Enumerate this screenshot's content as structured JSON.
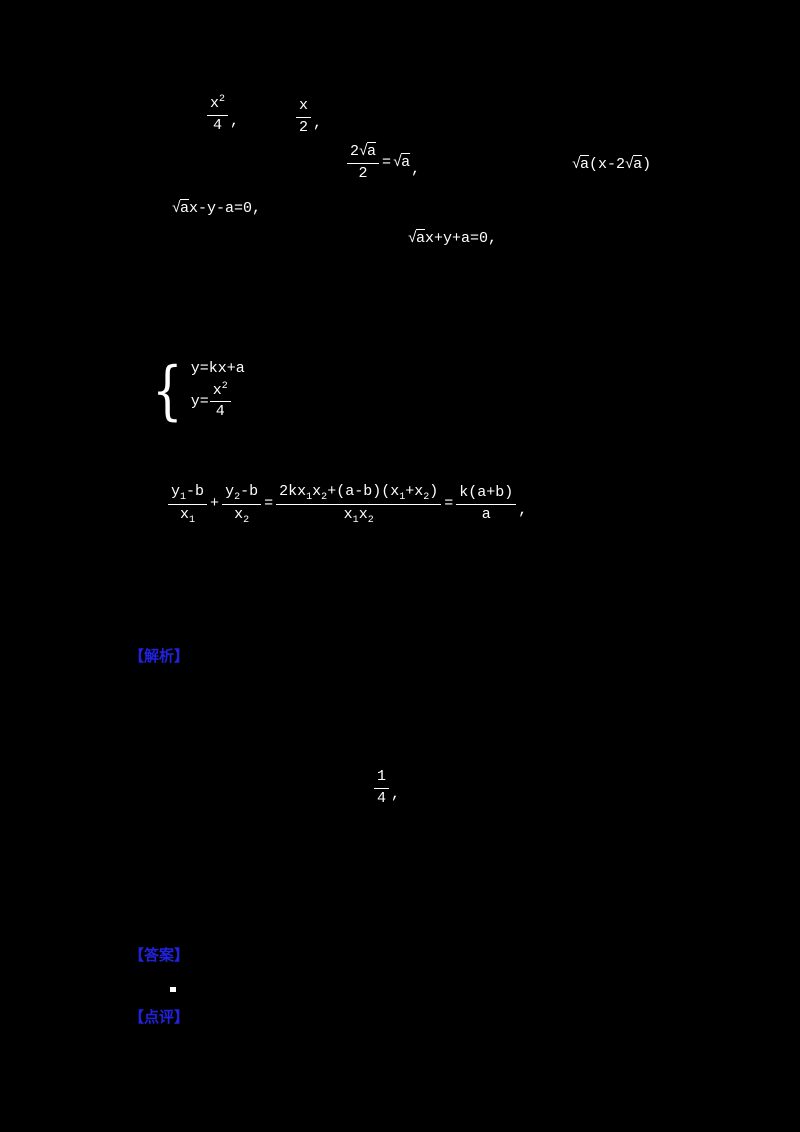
{
  "page": {
    "background": "#000000",
    "formula_color": "#ffffff",
    "label_color": "#2222dd"
  },
  "formulas": {
    "frac_x2_4": {
      "num_base": "x",
      "num_sup": "2",
      "den": "4",
      "tail": ","
    },
    "frac_x_2": {
      "num": "x",
      "den": "2",
      "tail": ","
    },
    "sqrt_half": {
      "num_coef": "2",
      "radical": "√",
      "num_rad": "a",
      "den": "2",
      "equals": "=",
      "rhs_radical": "√",
      "rhs_rad": "a",
      "tail": ","
    },
    "sqrt_expr": {
      "radical": "√",
      "rad": "a",
      "mid": "(x-2",
      "radical2": "√",
      "rad2": "a",
      "close": ")"
    },
    "line_minus": {
      "radical": "√",
      "rad": "a",
      "rest": "x-y-a=0",
      "tail": ","
    },
    "line_plus": {
      "radical": "√",
      "rad": "a",
      "rest": "x+y+a=0",
      "tail": ","
    },
    "system": {
      "brace": "{",
      "row1": "y=kx+a",
      "row2_lhs": "y=",
      "num_base": "x",
      "num_sup": "2",
      "den": "4"
    },
    "chain": {
      "f1_num_base": "y",
      "f1_num_sub": "1",
      "f1_num_rest": "-b",
      "f1_den_base": "x",
      "f1_den_sub": "1",
      "plus": "+",
      "f2_num_base": "y",
      "f2_num_sub": "2",
      "f2_num_rest": "-b",
      "f2_den_base": "x",
      "f2_den_sub": "2",
      "eq1": "=",
      "f3_num_a": "2kx",
      "f3_num_s1": "1",
      "f3_num_b": "x",
      "f3_num_s2": "2",
      "f3_num_c": "+(a-b)(x",
      "f3_num_s3": "1",
      "f3_num_d": "+x",
      "f3_num_s4": "2",
      "f3_num_e": ")",
      "f3_den_a": "x",
      "f3_den_s1": "1",
      "f3_den_b": "x",
      "f3_den_s2": "2",
      "eq2": "=",
      "f4_num": "k(a+b)",
      "f4_den": "a",
      "tail": ","
    },
    "frac_1_4": {
      "num": "1",
      "den": "4",
      "tail": ","
    }
  },
  "labels": {
    "analysis": "【解析】",
    "answer": "【答案】",
    "comment": "【点评】"
  }
}
